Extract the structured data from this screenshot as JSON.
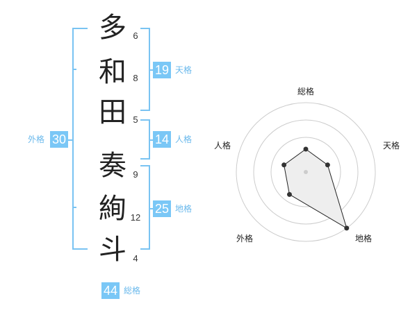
{
  "name": {
    "characters": [
      {
        "char": "多",
        "strokes": "6"
      },
      {
        "char": "和",
        "strokes": "8"
      },
      {
        "char": "田",
        "strokes": "5"
      },
      {
        "char": "奏",
        "strokes": "9"
      },
      {
        "char": "絢",
        "strokes": "12"
      },
      {
        "char": "斗",
        "strokes": "4"
      }
    ]
  },
  "fortunes": {
    "tenkaku": {
      "value": "19",
      "label": "天格"
    },
    "jinkaku": {
      "value": "14",
      "label": "人格"
    },
    "chikaku": {
      "value": "25",
      "label": "地格"
    },
    "gaikaku": {
      "value": "30",
      "label": "外格"
    },
    "soukaku": {
      "value": "44",
      "label": "総格"
    }
  },
  "radar": {
    "axes": [
      "総格",
      "天格",
      "地格",
      "外格",
      "人格"
    ],
    "values": [
      0.33,
      0.33,
      1.0,
      0.4,
      0.33
    ],
    "rings": 4,
    "line_color": "#222222",
    "fill_color": "#eeeeee",
    "ring_color": "#cccccc",
    "point_color": "#333333"
  },
  "colors": {
    "accent": "#7ac7f6",
    "bracket": "#79c3f2",
    "label": "#6ab9ec"
  }
}
